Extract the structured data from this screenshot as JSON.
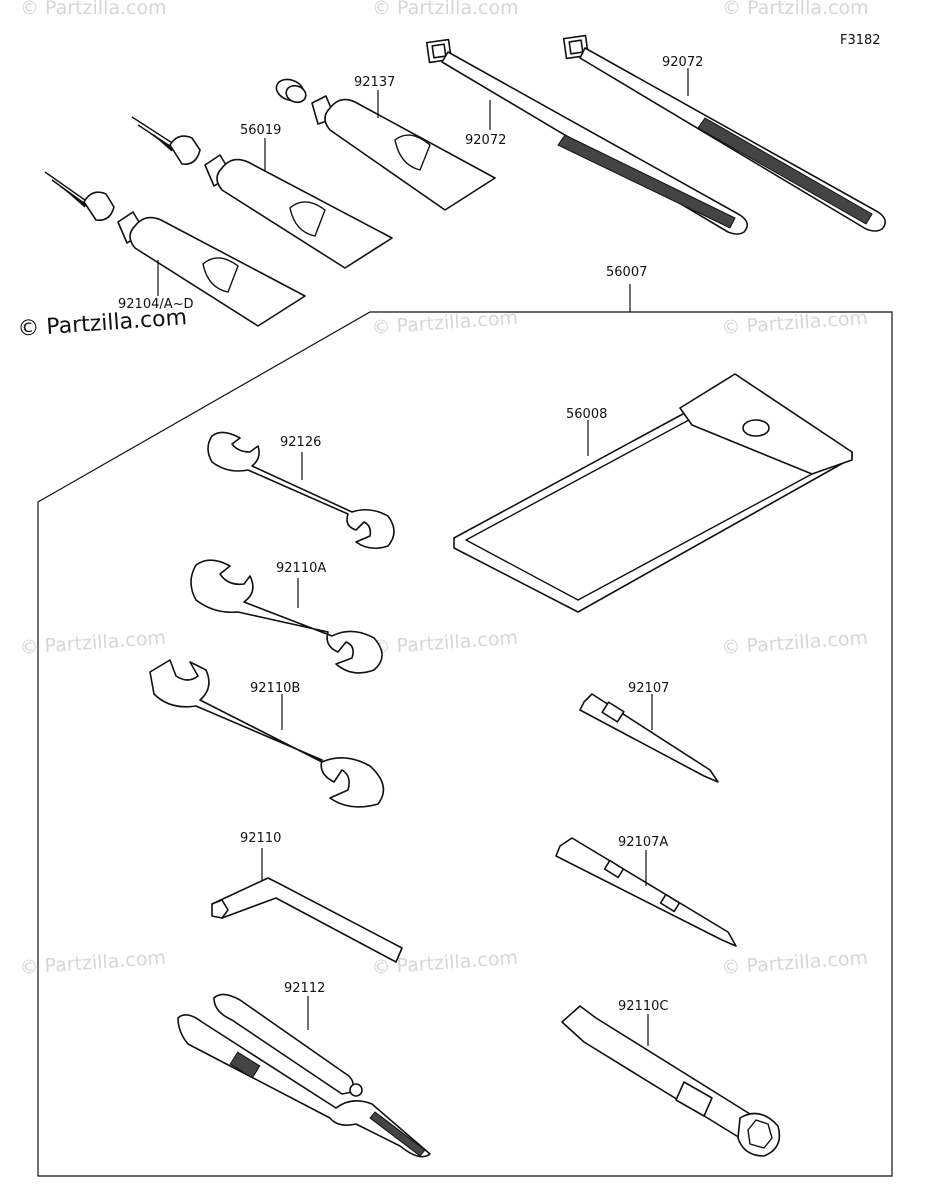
{
  "diagram": {
    "figure_code": "F3182",
    "logo": "© Partzilla.com",
    "watermark": "© Partzilla.com",
    "parts": {
      "tie_left": "92072",
      "tie_right": "92072",
      "grease_92137": "92137",
      "grease_56019": "56019",
      "grease_92104": "92104/A~D",
      "kit": "56007",
      "bag": "56008",
      "wrench_92126": "92126",
      "wrench_92110A": "92110A",
      "wrench_92110B": "92110B",
      "hex_key": "92110",
      "pliers": "92112",
      "screwdriver_92107": "92107",
      "screwdriver_92107A": "92107A",
      "plug_wrench": "92110C"
    }
  }
}
